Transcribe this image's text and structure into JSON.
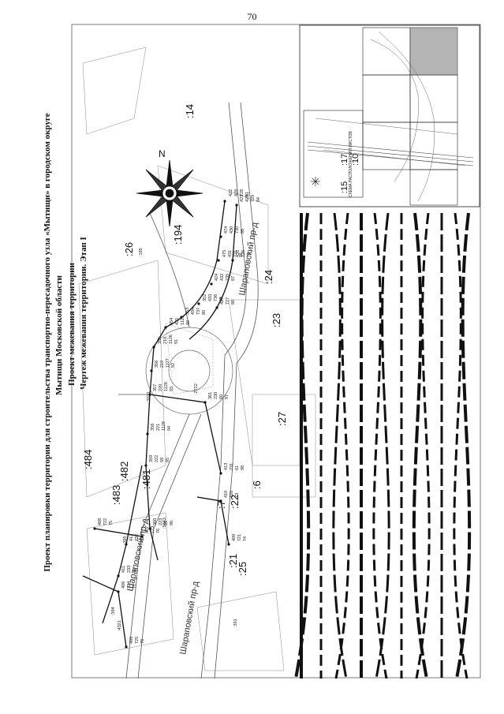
{
  "page_number": "70",
  "title": {
    "line1": "Проект планировки территории для строительства транспортно-пересадочного узла «Мытищи» в городском округе",
    "line2": "Мытищи Московской области",
    "line3": "Проект межевания территории",
    "line4": "Чертеж межевания территории. Этап I"
  },
  "inset": {
    "caption": "СХЕМА РАСПОЛОЖЕНИЯ ЛИСТОВ",
    "labels": [
      ":17",
      ":10",
      ":15"
    ]
  },
  "parcel_labels": [
    ":14",
    ":194",
    ":26",
    ":24",
    ":23",
    ":27",
    ":6",
    ":7",
    ":22",
    ":21",
    ":25",
    ":1",
    ":484",
    ":483",
    ":482",
    ":481"
  ],
  "street_labels": [
    "Шараповский пр-д",
    "Шараповский пр-д",
    "Шараповский пр-д"
  ],
  "point_numbers": [
    "422",
    "423",
    "474",
    "475",
    "424",
    "352",
    "353",
    "354",
    "355",
    "356",
    "357",
    "358",
    "359",
    "360",
    "361",
    "413",
    "412",
    "411",
    "410",
    "409",
    "408",
    "407",
    "406",
    "405",
    "426",
    "427",
    "428",
    "429",
    "430",
    "431",
    "432",
    "433",
    "434",
    "435",
    "218",
    "219",
    "220",
    "221",
    "222",
    "223",
    "230",
    "231",
    "232",
    "233",
    "720",
    "721",
    "722",
    "723",
    "724",
    "725",
    "726",
    "727",
    "728",
    "729",
    "730",
    "731",
    "735",
    "736",
    "737",
    "1125",
    "1126",
    "1127",
    "1128",
    "1129",
    "58",
    "59",
    "60",
    "61",
    "62",
    "72",
    "73",
    "74",
    "75",
    "76",
    "77",
    "78",
    "79",
    "80",
    "81",
    "84",
    "85",
    "86",
    "87",
    "88",
    "89",
    "90",
    "91",
    "92",
    "93",
    "94",
    "95",
    "96",
    "97",
    "98"
  ],
  "minor_labels": [
    ":3921",
    ":2722",
    ":391",
    ":395",
    ":394",
    ":4321",
    ":5843",
    ":185"
  ]
}
